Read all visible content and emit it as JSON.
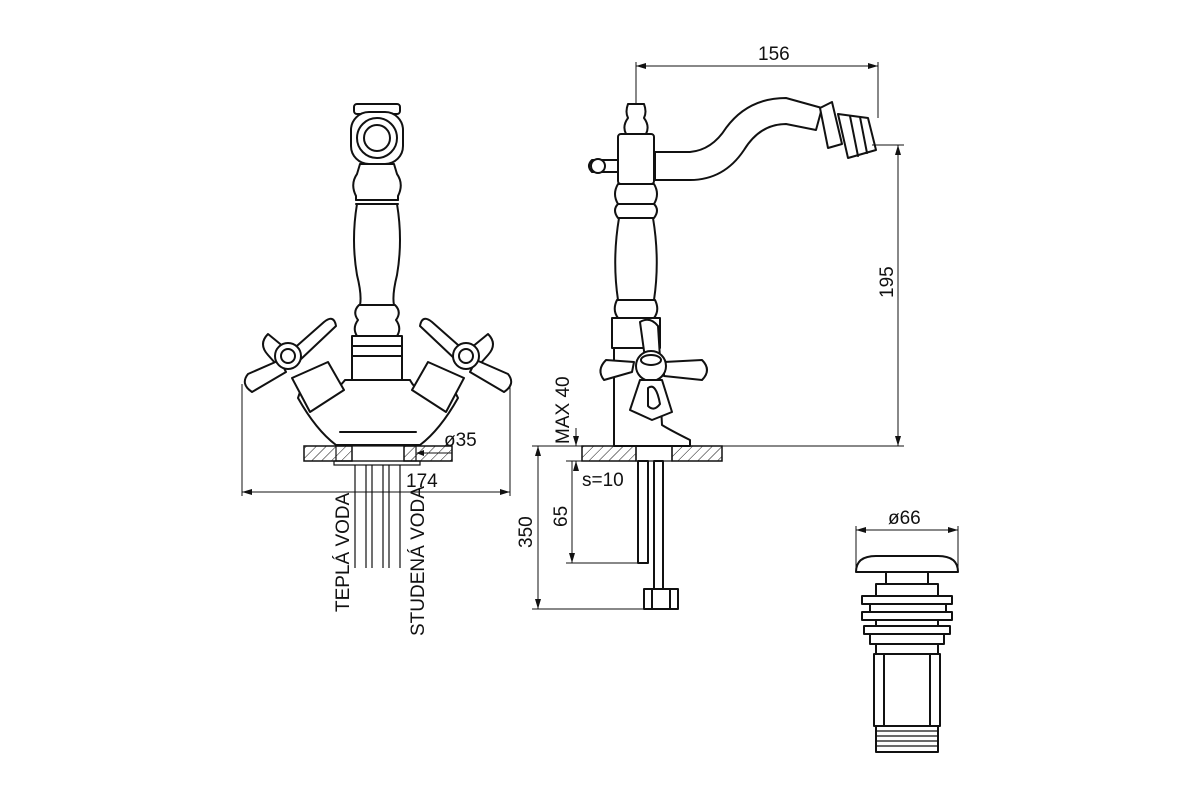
{
  "dimensions": {
    "width_top": "156",
    "height_spout": "195",
    "max_thickness": "MAX 40",
    "hole_diameter": "ø35",
    "total_width": "174",
    "deck_thickness": "s=10",
    "pipe_length": "65",
    "hose_length": "350",
    "waste_diameter": "ø66"
  },
  "labels": {
    "warm_water": "TEPLÁ VODA",
    "cold_water": "STUDENÁ VODA"
  },
  "colors": {
    "line": "#111111",
    "background": "#ffffff"
  }
}
